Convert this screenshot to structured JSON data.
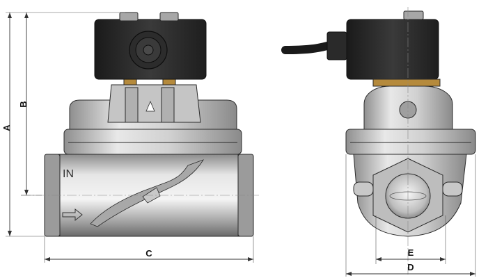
{
  "figure": {
    "body_marking": "IN",
    "dimensions": {
      "a": "A",
      "b": "B",
      "c": "C",
      "d": "D",
      "e": "E"
    }
  },
  "colors": {
    "body_metal": "#cfcfcf",
    "coil": "#2a2a2a",
    "brass": "#b58a3c",
    "line": "#2a2a2a",
    "background": "#ffffff"
  }
}
